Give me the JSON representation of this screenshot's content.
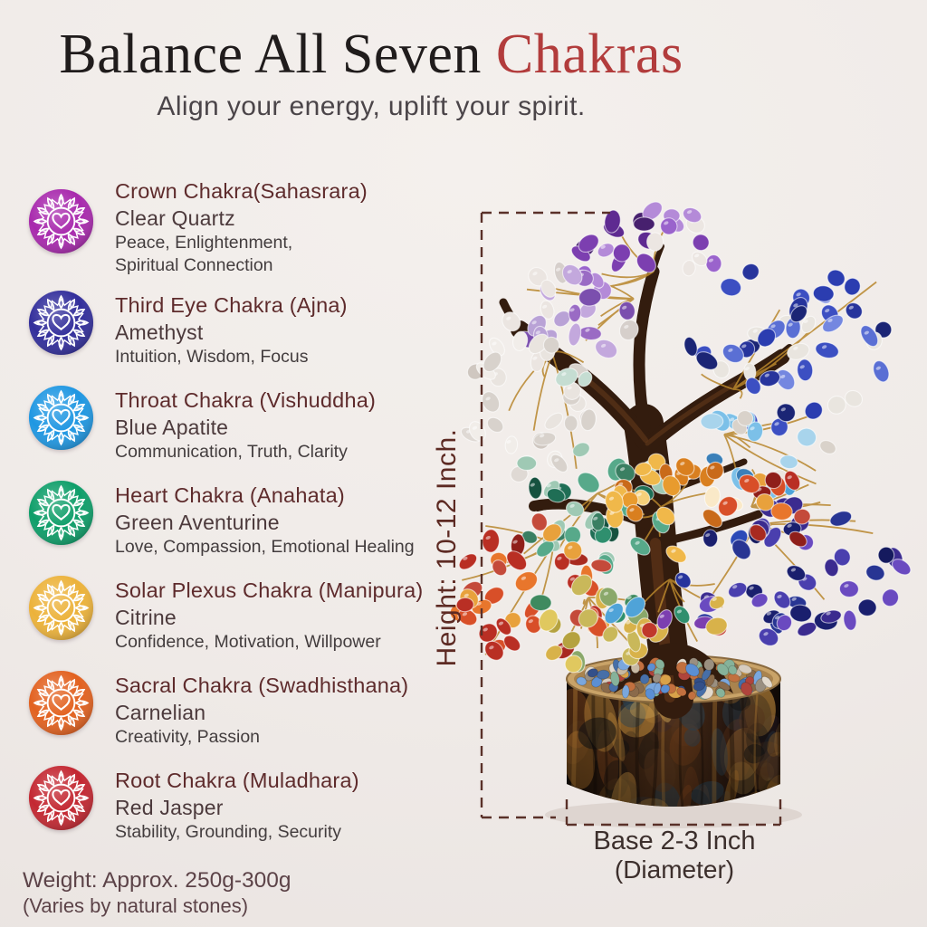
{
  "header": {
    "title_main": "Balance All Seven",
    "title_accent": "Chakras",
    "title_accent_color": "#b23c3c",
    "subtitle": "Align your energy, uplift your spirit."
  },
  "chakras": [
    {
      "name": "crown",
      "title": "Crown Chakra(Sahasrara)",
      "stone": "Clear Quartz",
      "traits_line1": "Peace, Enlightenment,",
      "traits_line2": "Spiritual Connection",
      "color": "#a829ad"
    },
    {
      "name": "third-eye",
      "title": "Third Eye Chakra (Ajna)",
      "stone": "Amethyst",
      "traits_line1": "Intuition, Wisdom, Focus",
      "color": "#322e9b"
    },
    {
      "name": "throat",
      "title": "Throat Chakra (Vishuddha)",
      "stone": "Blue Apatite",
      "traits_line1": "Communication, Truth, Clarity",
      "color": "#1f97e2"
    },
    {
      "name": "heart",
      "title": "Heart Chakra (Anahata)",
      "stone": "Green Aventurine",
      "traits_line1": "Love, Compassion, Emotional Healing",
      "color": "#0e9e69"
    },
    {
      "name": "solar-plexus",
      "title": "Solar Plexus Chakra (Manipura)",
      "stone": "Citrine",
      "traits_line1": "Confidence, Motivation, Willpower",
      "color": "#ecb23a"
    },
    {
      "name": "sacral",
      "title": "Sacral Chakra (Swadhisthana)",
      "stone": "Carnelian",
      "traits_line1": "Creativity, Passion",
      "color": "#e2611f"
    },
    {
      "name": "root",
      "title": "Root Chakra (Muladhara)",
      "stone": "Red Jasper",
      "traits_line1": "Stability, Grounding, Security",
      "color": "#c32731"
    }
  ],
  "measurements": {
    "height_label": "Height: 10-12 Inch.",
    "base_line1": "Base 2-3 Inch",
    "base_line2": "(Diameter)",
    "line_color": "#5a3129"
  },
  "footer": {
    "weight_line1": "Weight: Approx. 250g-300g",
    "weight_line2": "(Varies by natural stones)"
  },
  "tree": {
    "trunk_color": "#331c0e",
    "trunk_highlight": "#6b3d1c",
    "wire_color": "#b8862c",
    "rim_color": "#c9a368",
    "rim_inner": "#a9834e",
    "rim_stroke": "#8a6a3f",
    "shadow_color": "#d5cbc5",
    "pot_gradient": [
      "#140c07",
      "#3d2413",
      "#58351a",
      "#2a1810",
      "#0f0906"
    ],
    "pot_patches": [
      "#b5762b",
      "#8a4a1e",
      "#d79b43",
      "#3a2c3e",
      "#141414",
      "#5d3a20",
      "#2e4a5e",
      "#e0b45f"
    ],
    "pebbles": [
      "#5b8fd4",
      "#7aa7dd",
      "#c7b9a4",
      "#b0443c",
      "#e3dacd",
      "#8a6a4a",
      "#476fa8",
      "#d9a24a",
      "#86b29a",
      "#d6ccc0",
      "#33508a",
      "#c2703f",
      "#9a8f80"
    ],
    "palettes": {
      "purple": [
        "#5e2a91",
        "#7c3fb0",
        "#9a63cc",
        "#47206e",
        "#b48ad8",
        "#ece6e2"
      ],
      "lavender": [
        "#9a6bc4",
        "#c3a8dd",
        "#ebe5e1",
        "#d6cfcb",
        "#7b4fae",
        "#b9a2d6"
      ],
      "white": [
        "#f1ede9",
        "#dfd9d4",
        "#cfc7c0",
        "#e9e4df",
        "#c5ddd2",
        "#d8d2cc"
      ],
      "blue": [
        "#27349c",
        "#3c4fc2",
        "#1b2575",
        "#5a6fd4",
        "#7487e0",
        "#e9e5df",
        "#2b3db0"
      ],
      "teal": [
        "#1f6e55",
        "#2f8f6e",
        "#57a98a",
        "#16523f",
        "#9fc9b4",
        "#3a7f62"
      ],
      "lightblue": [
        "#4fa3d8",
        "#7cc0e8",
        "#ece6e0",
        "#3a7fb8",
        "#d9d2ca",
        "#a8d4ec"
      ],
      "amber": [
        "#e89b2e",
        "#f0b84a",
        "#d97f1f",
        "#f5d07a",
        "#fae9c8",
        "#c96a1a"
      ],
      "red": [
        "#b92f24",
        "#d84f28",
        "#e8762c",
        "#8f1f1a",
        "#e8a13c",
        "#c44a3a",
        "#a82a20"
      ],
      "olive": [
        "#d8b24a",
        "#b5a23f",
        "#8aa86a",
        "#e0c85f",
        "#3f8a5f",
        "#c9b85a"
      ],
      "navy": [
        "#283593",
        "#3b2b8f",
        "#1a1f6e",
        "#4a3fae",
        "#6a4ac0",
        "#2b4ab8",
        "#151a5e"
      ],
      "mix": [
        "#2f8f6e",
        "#4fa3d8",
        "#27349c",
        "#d8b24a",
        "#c0392b",
        "#7c3fb0"
      ]
    }
  }
}
